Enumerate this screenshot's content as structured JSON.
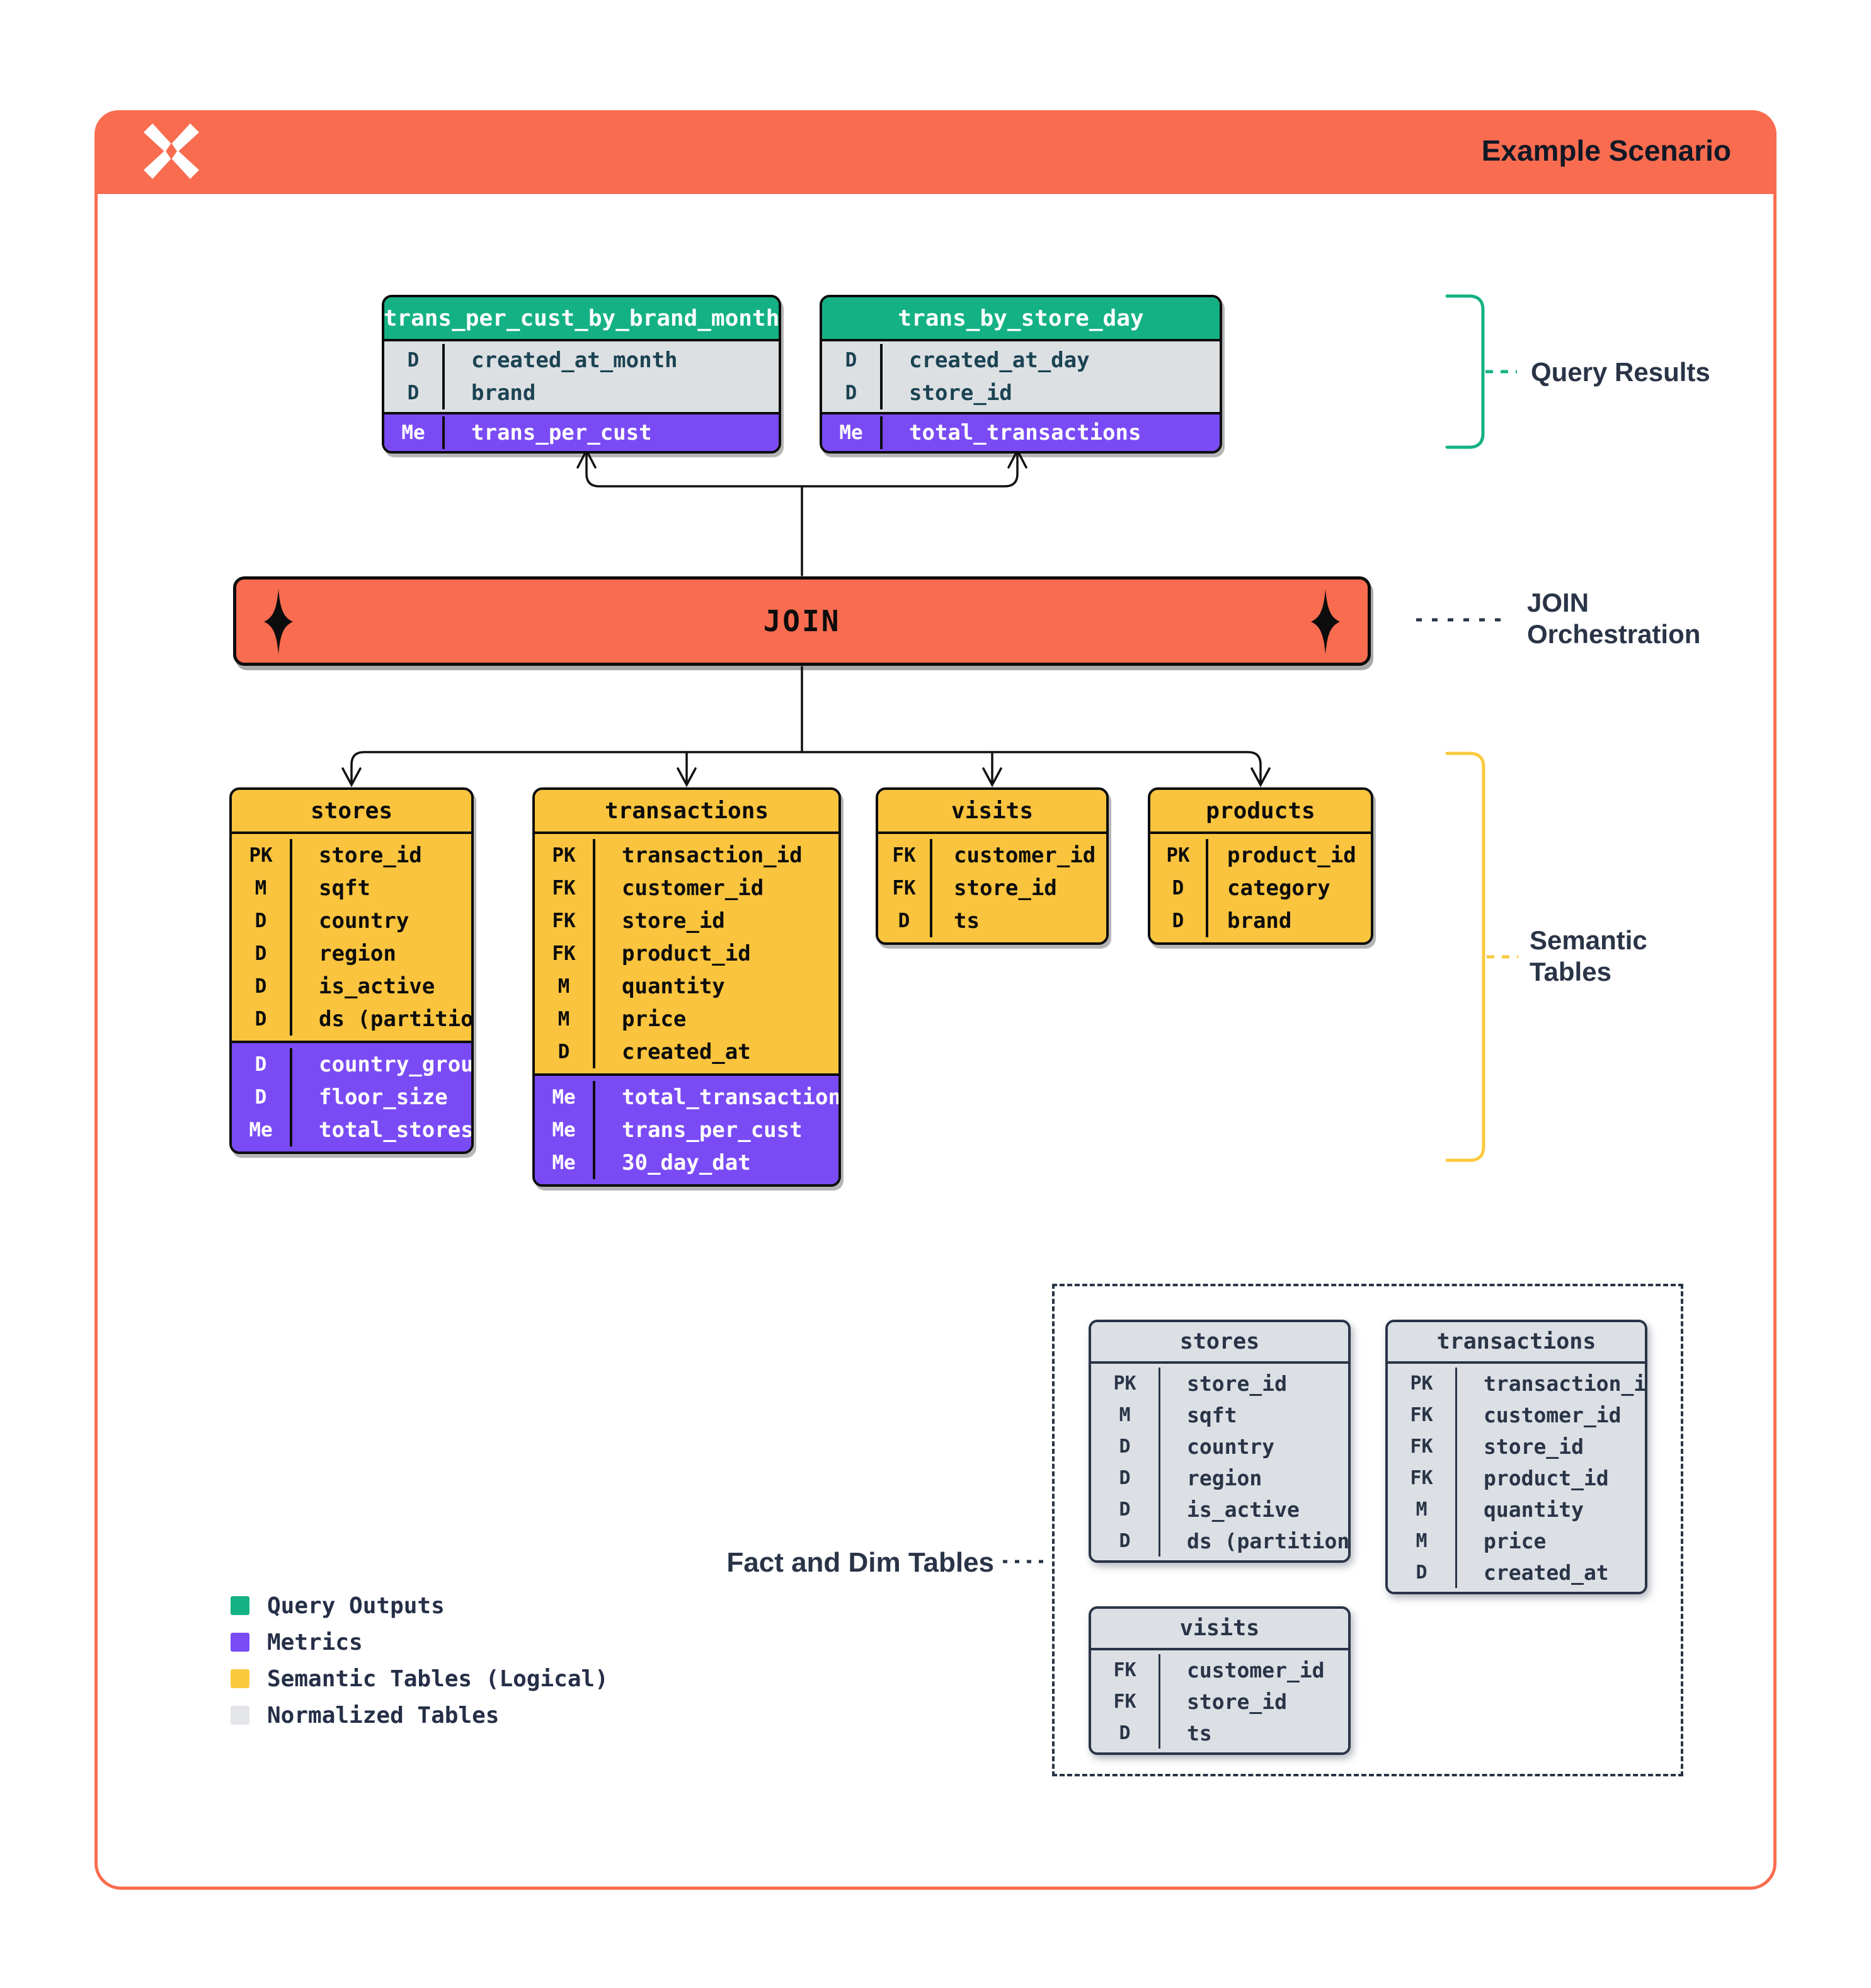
{
  "header": {
    "title": "Example Scenario"
  },
  "join_bar": {
    "label": "JOIN"
  },
  "labels": {
    "query_results": "Query Results",
    "join_orchestration_line1": "JOIN",
    "join_orchestration_line2": "Orchestration",
    "semantic_tables_line1": "Semantic",
    "semantic_tables_line2": "Tables",
    "fact_and_dim": "Fact and Dim Tables"
  },
  "colors": {
    "orange": "#F96C4F",
    "green": "#14B184",
    "purple": "#7A4BF5",
    "yellow": "#FAC43E",
    "gray_row": "#DDE0E3",
    "navy": "#2A3447"
  },
  "query_tables": [
    {
      "title": "trans_per_cust_by_brand_month",
      "dims": [
        {
          "badge": "D",
          "name": "created_at_month"
        },
        {
          "badge": "D",
          "name": "brand"
        }
      ],
      "metrics": [
        {
          "badge": "Me",
          "name": "trans_per_cust"
        }
      ]
    },
    {
      "title": "trans_by_store_day",
      "dims": [
        {
          "badge": "D",
          "name": "created_at_day"
        },
        {
          "badge": "D",
          "name": "store_id"
        }
      ],
      "metrics": [
        {
          "badge": "Me",
          "name": "total_transactions"
        }
      ]
    }
  ],
  "semantic_tables": [
    {
      "title": "stores",
      "columns": [
        {
          "badge": "PK",
          "name": "store_id"
        },
        {
          "badge": "M",
          "name": "sqft"
        },
        {
          "badge": "D",
          "name": "country"
        },
        {
          "badge": "D",
          "name": "region"
        },
        {
          "badge": "D",
          "name": "is_active"
        },
        {
          "badge": "D",
          "name": "ds (partition)"
        }
      ],
      "metrics": [
        {
          "badge": "D",
          "name": "country_group"
        },
        {
          "badge": "D",
          "name": "floor_size"
        },
        {
          "badge": "Me",
          "name": "total_stores"
        }
      ]
    },
    {
      "title": "transactions",
      "columns": [
        {
          "badge": "PK",
          "name": "transaction_id"
        },
        {
          "badge": "FK",
          "name": "customer_id"
        },
        {
          "badge": "FK",
          "name": "store_id"
        },
        {
          "badge": "FK",
          "name": "product_id"
        },
        {
          "badge": "M",
          "name": "quantity"
        },
        {
          "badge": "M",
          "name": "price"
        },
        {
          "badge": "D",
          "name": "created_at"
        }
      ],
      "metrics": [
        {
          "badge": "Me",
          "name": "total_transactions"
        },
        {
          "badge": "Me",
          "name": "trans_per_cust"
        },
        {
          "badge": "Me",
          "name": "30_day_dat"
        }
      ]
    },
    {
      "title": "visits",
      "columns": [
        {
          "badge": "FK",
          "name": "customer_id"
        },
        {
          "badge": "FK",
          "name": "store_id"
        },
        {
          "badge": "D",
          "name": "ts"
        }
      ],
      "metrics": []
    },
    {
      "title": "products",
      "columns": [
        {
          "badge": "PK",
          "name": "product_id"
        },
        {
          "badge": "D",
          "name": "category"
        },
        {
          "badge": "D",
          "name": "brand"
        }
      ],
      "metrics": []
    }
  ],
  "normalized_tables": [
    {
      "title": "stores",
      "columns": [
        {
          "badge": "PK",
          "name": "store_id"
        },
        {
          "badge": "M",
          "name": "sqft"
        },
        {
          "badge": "D",
          "name": "country"
        },
        {
          "badge": "D",
          "name": "region"
        },
        {
          "badge": "D",
          "name": "is_active"
        },
        {
          "badge": "D",
          "name": "ds (partition)"
        }
      ]
    },
    {
      "title": "transactions",
      "columns": [
        {
          "badge": "PK",
          "name": "transaction_id"
        },
        {
          "badge": "FK",
          "name": "customer_id"
        },
        {
          "badge": "FK",
          "name": "store_id"
        },
        {
          "badge": "FK",
          "name": "product_id"
        },
        {
          "badge": "M",
          "name": "quantity"
        },
        {
          "badge": "M",
          "name": "price"
        },
        {
          "badge": "D",
          "name": "created_at"
        }
      ]
    },
    {
      "title": "visits",
      "columns": [
        {
          "badge": "FK",
          "name": "customer_id"
        },
        {
          "badge": "FK",
          "name": "store_id"
        },
        {
          "badge": "D",
          "name": "ts"
        }
      ]
    }
  ],
  "legend": [
    {
      "label": "Query Outputs",
      "color": "#14B184"
    },
    {
      "label": "Metrics",
      "color": "#7A4BF5"
    },
    {
      "label": "Semantic Tables (Logical)",
      "color": "#FBC93D"
    },
    {
      "label": "Normalized Tables",
      "color": "#E3E5E8"
    }
  ]
}
